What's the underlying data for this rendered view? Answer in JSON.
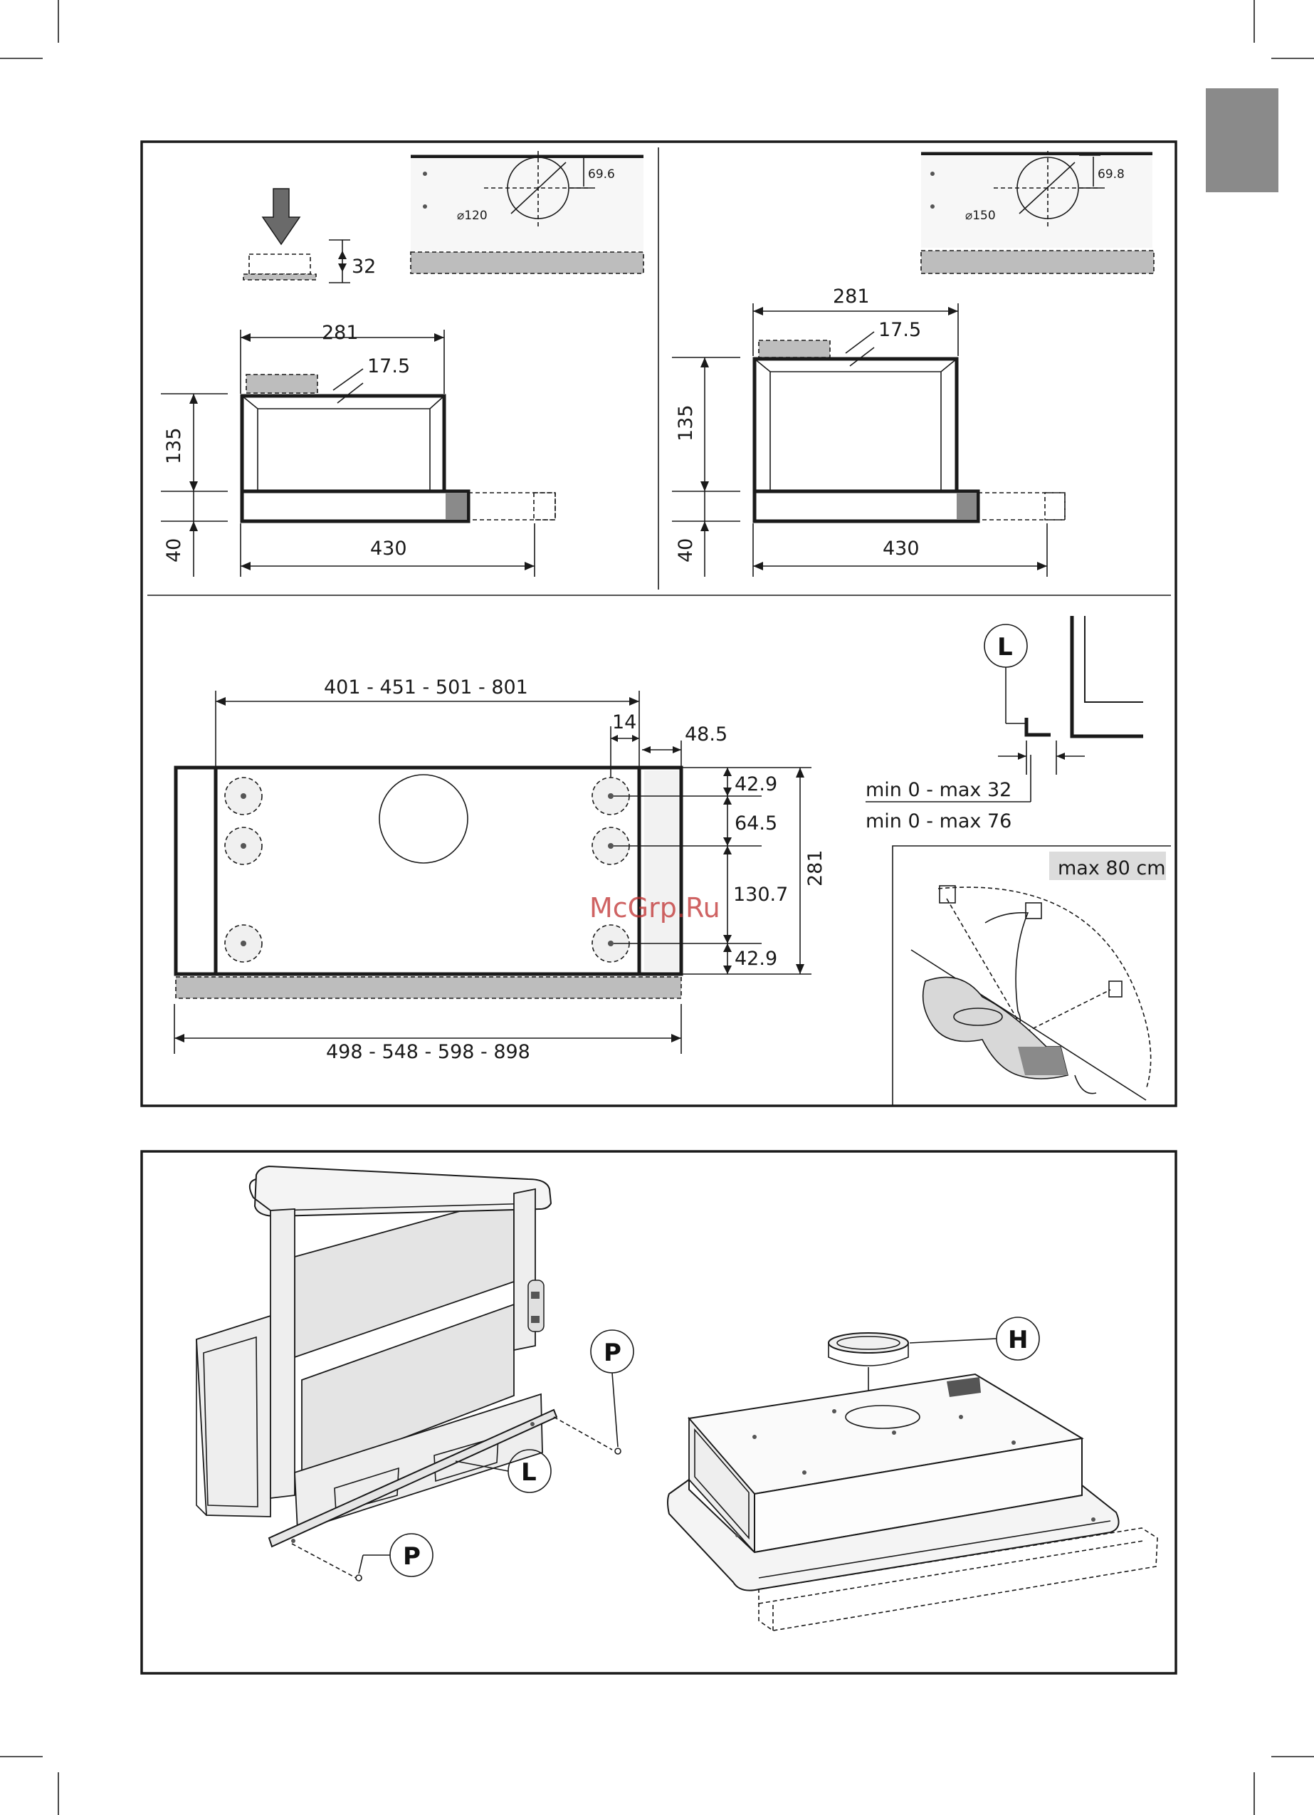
{
  "watermark": "McGrp.Ru",
  "top_left": {
    "height_32": "32",
    "hole_dia": "⌀120",
    "hole_offset": "69.6",
    "width_281": "281",
    "offset_17_5": "17.5",
    "height_135": "135",
    "height_40": "40",
    "length_430": "430"
  },
  "top_right": {
    "hole_dia": "⌀150",
    "hole_offset": "69.8",
    "width_281": "281",
    "offset_17_5": "17.5",
    "height_135": "135",
    "height_40": "40",
    "length_430": "430"
  },
  "middle": {
    "inner_width": "401 - 451 - 501 - 801",
    "outer_width": "498 - 548 - 598 - 898",
    "dim_14": "14",
    "dim_48_5": "48.5",
    "dim_42_9_top": "42.9",
    "dim_64_5": "64.5",
    "dim_130_7": "130.7",
    "dim_42_9_bottom": "42.9",
    "depth_281": "281",
    "label_L": "L",
    "min_max_32": "min 0 - max 32",
    "min_max_76": "min 0 - max 76",
    "max_80cm": "max 80 cm"
  },
  "bottom": {
    "label_P_right": "P",
    "label_P_left": "P",
    "label_L": "L",
    "label_H": "H"
  }
}
